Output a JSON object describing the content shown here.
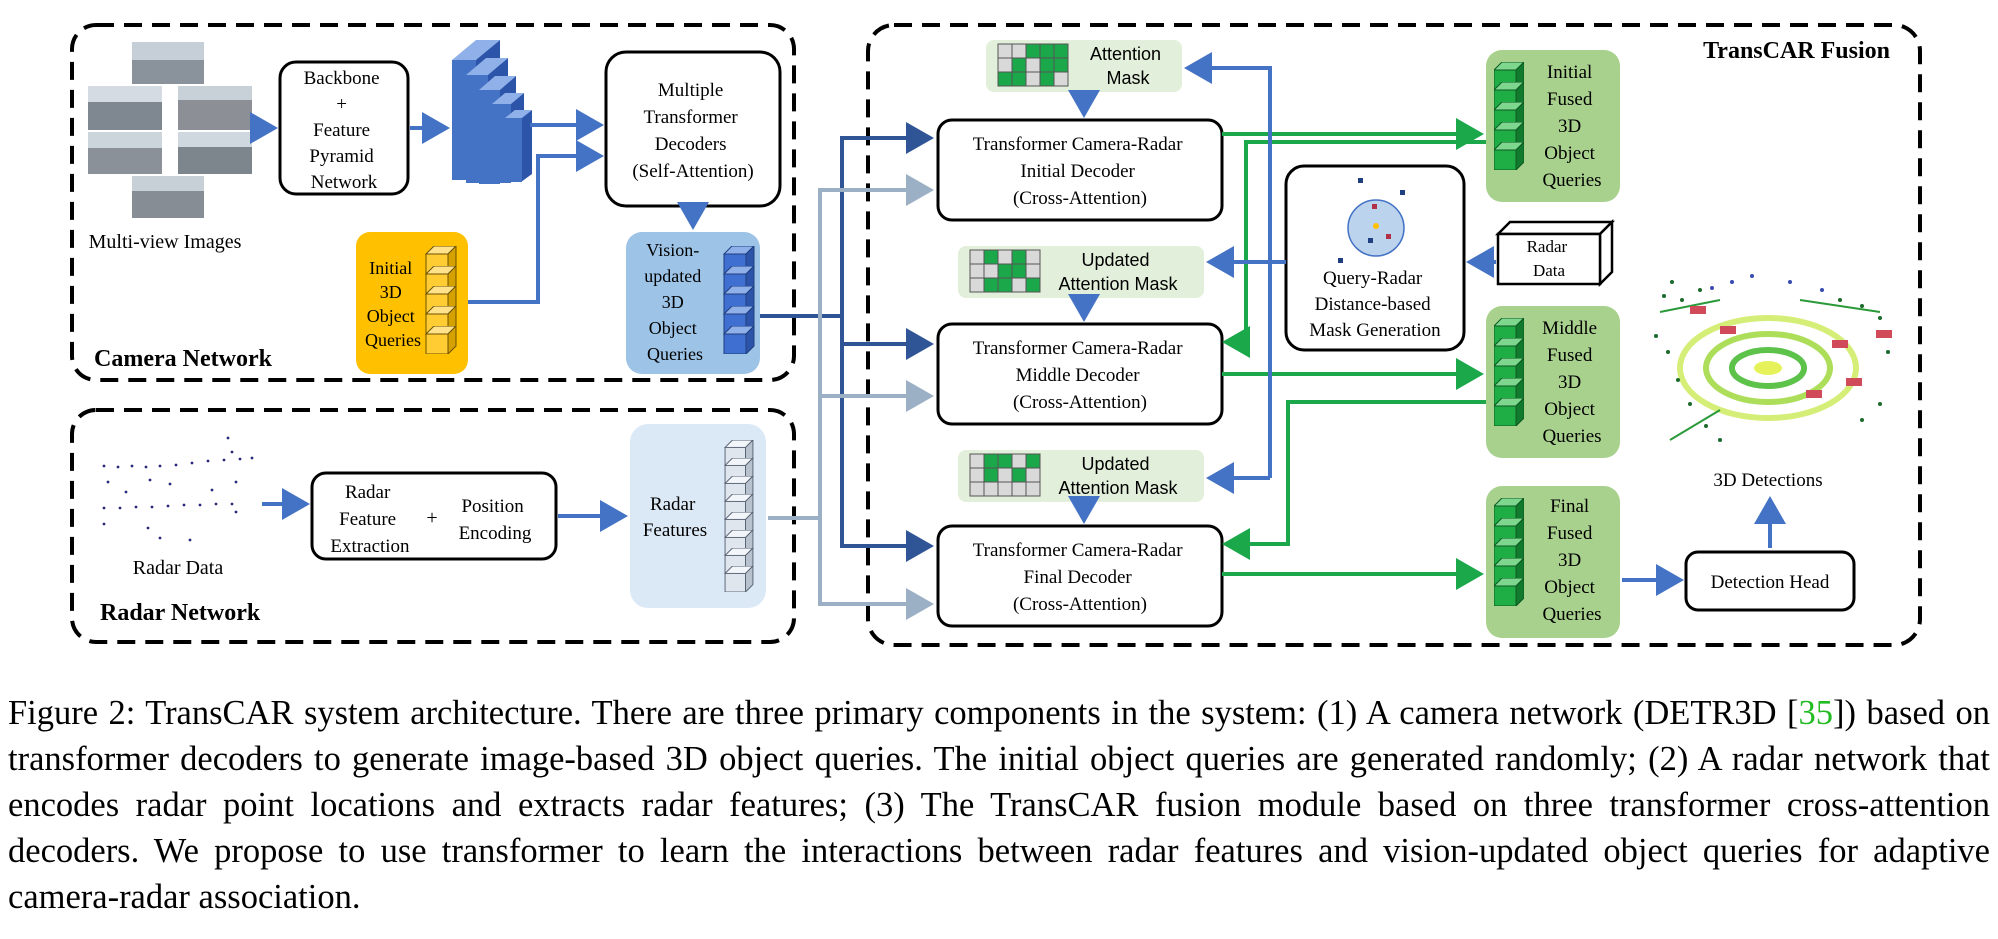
{
  "camera_network": {
    "title": "Camera Network",
    "images_label": "Multi-view Images",
    "backbone": [
      "Backbone",
      "+",
      "Feature",
      "Pyramid",
      "Network"
    ],
    "transformer_decoders": [
      "Multiple",
      "Transformer",
      "Decoders",
      "(Self-Attention)"
    ],
    "initial_queries": [
      "Initial",
      "3D",
      "Object",
      "Queries"
    ],
    "vision_queries": [
      "Vision-",
      "updated",
      "3D",
      "Object",
      "Queries"
    ]
  },
  "radar_network": {
    "title": "Radar Network",
    "data_label": "Radar Data",
    "feature_extraction": [
      "Radar",
      "Feature",
      "Extraction"
    ],
    "plus": "+",
    "position_encoding": [
      "Position",
      "Encoding"
    ],
    "features": [
      "Radar",
      "Features"
    ]
  },
  "fusion": {
    "title": "TransCAR Fusion",
    "attention_mask": [
      "Attention",
      "Mask"
    ],
    "updated_mask_1": [
      "Updated",
      "Attention Mask"
    ],
    "updated_mask_2": [
      "Updated",
      "Attention Mask"
    ],
    "initial_decoder": [
      "Transformer Camera-Radar",
      "Initial Decoder",
      "(Cross-Attention)"
    ],
    "middle_decoder": [
      "Transformer Camera-Radar",
      "Middle Decoder",
      "(Cross-Attention)"
    ],
    "final_decoder": [
      "Transformer Camera-Radar",
      "Final Decoder",
      "(Cross-Attention)"
    ],
    "mask_generation": [
      "Query-Radar",
      "Distance-based",
      "Mask Generation"
    ],
    "radar_data": [
      "Radar",
      "Data"
    ],
    "initial_fused": [
      "Initial",
      "Fused",
      "3D",
      "Object",
      "Queries"
    ],
    "middle_fused": [
      "Middle",
      "Fused",
      "3D",
      "Object",
      "Queries"
    ],
    "final_fused": [
      "Final",
      "Fused",
      "3D",
      "Object",
      "Queries"
    ],
    "detections_label": "3D Detections",
    "detection_head": "Detection Head"
  },
  "caption": {
    "text_1": "Figure 2: TransCAR system architecture. There are three primary components in the system: (1) A camera network (DETR3D [",
    "cite": "35",
    "text_2": "]) based on transformer decoders to generate image-based 3D object queries. The initial object queries are generated randomly; (2) A radar network that encodes radar point locations and extracts radar features; (3) The TransCAR fusion module based on three transformer cross-attention decoders. We propose to use transformer to learn the interactions between radar features and vision-updated object queries for adaptive camera-radar association."
  },
  "colors": {
    "arrow_blue": "#4472c4",
    "arrow_dark_blue": "#2f5597",
    "arrow_gray": "#9bb0c4",
    "arrow_green": "#1aa84a",
    "query_yellow": "#ffc000",
    "vision_blue": "#9dc3e6",
    "radar_light": "#dbe8f5",
    "fused_green": "#a9d18e",
    "mask_bg": "#e2efda",
    "cube_green": "#1a9b3a",
    "cube_blue": "#4472c4"
  }
}
